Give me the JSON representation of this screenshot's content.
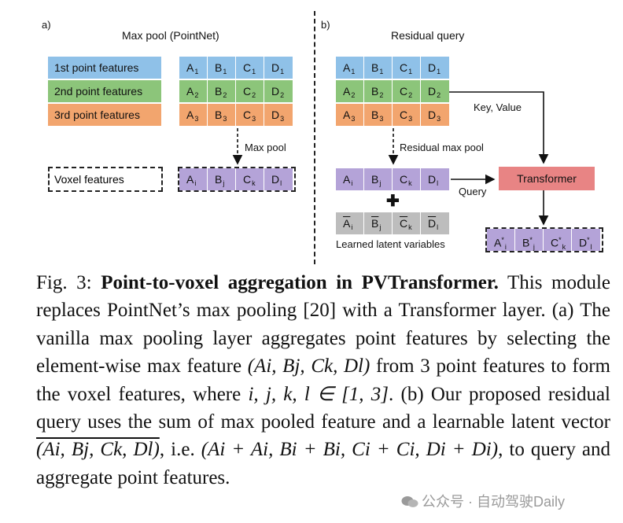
{
  "panel_a": {
    "label": "a)",
    "title": "Max pool (PointNet)",
    "feature_labels": [
      "1st point features",
      "2nd point features",
      "3rd point features"
    ],
    "rows": [
      [
        "A1",
        "B1",
        "C1",
        "D1"
      ],
      [
        "A2",
        "B2",
        "C2",
        "D2"
      ],
      [
        "A3",
        "B3",
        "C3",
        "D3"
      ]
    ],
    "arrow_label": "Max pool",
    "voxel_label": "Voxel features",
    "voxel_row": [
      "Ai",
      "Bj",
      "Ck",
      "Dl"
    ]
  },
  "panel_b": {
    "label": "b)",
    "title": "Residual query",
    "rows": [
      [
        "A1",
        "B1",
        "C1",
        "D1"
      ],
      [
        "A2",
        "B2",
        "C2",
        "D2"
      ],
      [
        "A3",
        "B3",
        "C3",
        "D3"
      ]
    ],
    "key_value_label": "Key, Value",
    "arrow_label": "Residual max pool",
    "pooled_row": [
      "Ai",
      "Bj",
      "Ck",
      "Dl"
    ],
    "plus_symbol": "✚",
    "latent_row": [
      "Ai",
      "Bj",
      "Ck",
      "Dl"
    ],
    "latent_label": "Learned latent variables",
    "query_label": "Query",
    "transformer_label": "Transformer",
    "output_row": [
      "A*i",
      "B*j",
      "C*k",
      "D*l"
    ]
  },
  "caption": {
    "prefix": "Fig. 3: ",
    "bold_title": "Point-to-voxel aggregation in PVTransformer.",
    "text_1": " This module replaces PointNet’s max pooling [20] with a Transformer layer. (a) The vanilla max pooling layer aggregates point features by selecting the element-wise max feature ",
    "formula_1": "(Ai, Bj, Ck, Dl)",
    "text_2": " from 3 point features to form the voxel features, where ",
    "formula_2": "i, j, k, l ∈ [1, 3]",
    "text_3": ". (b) Our proposed residual query uses the sum of max pooled feature and a learnable latent vector ",
    "formula_3": "(Ai, Bj, Ck, Dl)",
    "text_4": ", i.e. ",
    "formula_4": "(Ai + Ai, Bi + Bi, Ci + Ci, Di + Di)",
    "text_5": ", to query and aggregate point features."
  },
  "watermark": {
    "text": "公众号 · 自动驾驶Daily"
  }
}
